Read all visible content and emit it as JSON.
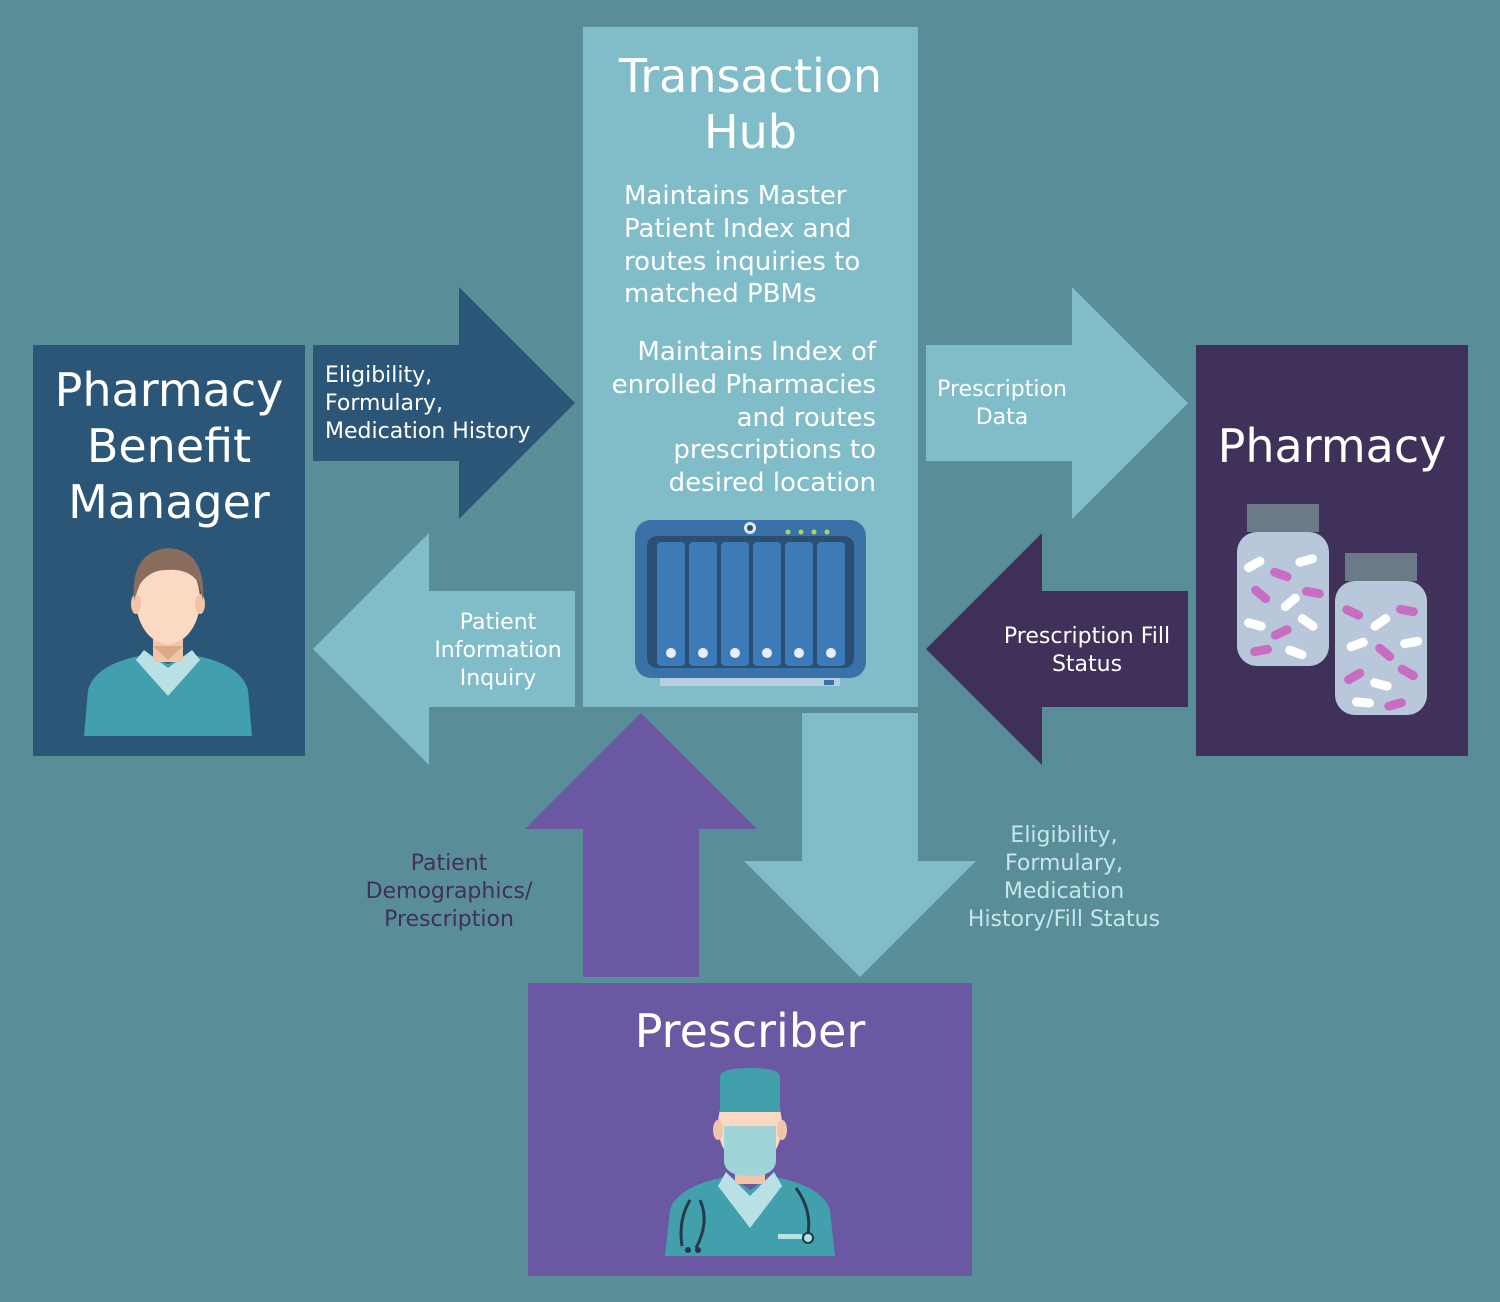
{
  "hub": {
    "title": "Transaction\nHub",
    "desc_pbm": "Maintains Master\nPatient Index and\nroutes inquiries to\nmatched PBMs",
    "desc_pharmacy": "Maintains Index of\nenrolled Pharmacies\nand routes\nprescriptions to\ndesired location"
  },
  "pbm": {
    "title": "Pharmacy\nBenefit\nManager"
  },
  "pharmacy": {
    "title": "Pharmacy"
  },
  "prescriber": {
    "title": "Prescriber"
  },
  "arrows": {
    "pbm_to_hub": "Eligibility,\nFormulary,\nMedication History",
    "hub_to_pbm": "Patient\nInformation\nInquiry",
    "hub_to_pharmacy": "Prescription\nData",
    "pharmacy_to_hub": "Prescription Fill\nStatus",
    "prescriber_to_hub": "Patient\nDemographics/\nPrescription",
    "hub_to_prescriber": "Eligibility,\nFormulary,\nMedication\nHistory/Fill Status"
  },
  "colors": {
    "background": "#598e99",
    "hub": "#80bdc8",
    "pbm": "#2b5677",
    "pharmacy": "#3f3159",
    "prescriber": "#6a58a3",
    "arrow_light": "#80bdc8",
    "arrow_dark_blue": "#2b5677",
    "arrow_dark_purple": "#3f3159",
    "arrow_purple": "#6a58a3",
    "label_dark": "#3f3159"
  }
}
